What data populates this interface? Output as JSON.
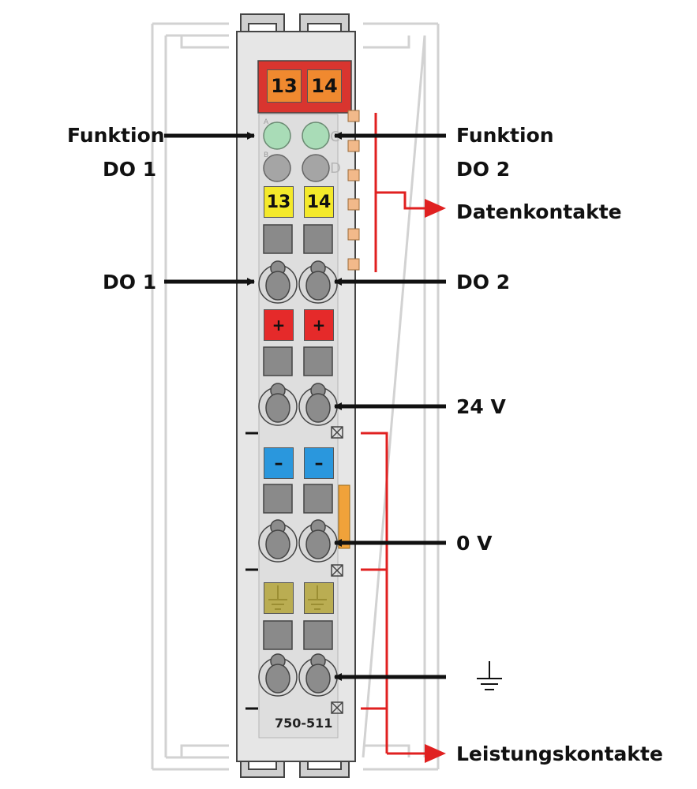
{
  "labels": {
    "funktion_left": "Funktion",
    "do1_function": "DO 1",
    "funktion_right": "Funktion",
    "do2_function": "DO 2",
    "datenkontakte": "Datenkontakte",
    "do1_terminal": "DO 1",
    "do2_terminal": "DO 2",
    "v24": "24 V",
    "v0": "0 V",
    "leistungskontakte": "Leistungskontakte"
  },
  "module": {
    "model": "750-511",
    "marker_left": "13",
    "marker_right": "14",
    "slot_left": "13",
    "slot_right": "14",
    "plus_symbol": "+",
    "minus_symbol": "–",
    "led_letter_a": "A",
    "led_letter_b": "B",
    "led_letter_c": "C",
    "led_letter_d": "D"
  },
  "colors": {
    "arrow": "#111111",
    "red_lines": "#e02020",
    "marker_red": "#d9352f",
    "marker_orange": "#f0892f",
    "yellow": "#f4e92a",
    "red_pad": "#e52a2a",
    "blue_pad": "#2a97dd",
    "earth_pad": "#b4a43a",
    "led_green": "#a9dcb7",
    "led_grey": "#a5a5a5",
    "body": "#e6e6e6",
    "contact_grey": "#8a8a8a"
  }
}
